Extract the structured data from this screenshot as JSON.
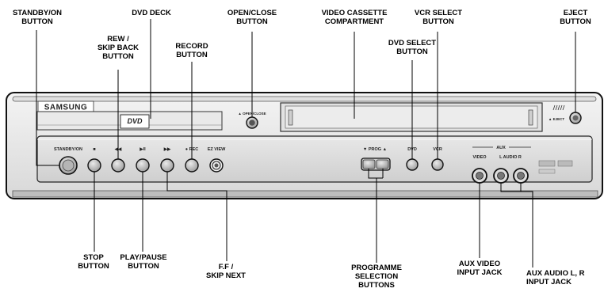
{
  "brand": "SAMSUNG",
  "panel_labels": {
    "standby": "STANDBY/ON",
    "stop": "■",
    "rew": "◀◀",
    "play": "▶II",
    "ff": "▶▶",
    "rec": "● REC",
    "ezview": "EZ VIEW",
    "prog": "▼  PROG  ▲",
    "dvd": "DVD",
    "vcr": "VCR",
    "aux": "AUX",
    "aux_video": "VIDEO",
    "aux_audio": "L  AUDIO  R",
    "open_close": "▲ OPEN/CLOSE",
    "eject": "▲ EJECT",
    "dvd_logo": "DVD"
  },
  "callouts": {
    "standby": [
      "STANDBY/ON",
      "BUTTON"
    ],
    "dvd_deck": [
      "DVD DECK"
    ],
    "rew": [
      "REW /",
      "SKIP BACK",
      "BUTTON"
    ],
    "record": [
      "RECORD",
      "BUTTON"
    ],
    "open_close": [
      "OPEN/CLOSE",
      "BUTTON"
    ],
    "cassette": [
      "VIDEO CASSETTE",
      "COMPARTMENT"
    ],
    "dvd_select": [
      "DVD SELECT",
      "BUTTON"
    ],
    "vcr_select": [
      "VCR SELECT",
      "BUTTON"
    ],
    "eject": [
      "EJECT",
      "BUTTON"
    ],
    "stop": [
      "STOP",
      "BUTTON"
    ],
    "play": [
      "PLAY/PAUSE",
      "BUTTON"
    ],
    "ff": [
      "F.F /",
      "SKIP NEXT"
    ],
    "prog": [
      "PROGRAMME",
      "SELECTION",
      "BUTTONS"
    ],
    "aux_video": [
      "AUX VIDEO",
      "INPUT JACK"
    ],
    "aux_audio": [
      "AUX AUDIO L, R",
      "INPUT JACK"
    ]
  }
}
